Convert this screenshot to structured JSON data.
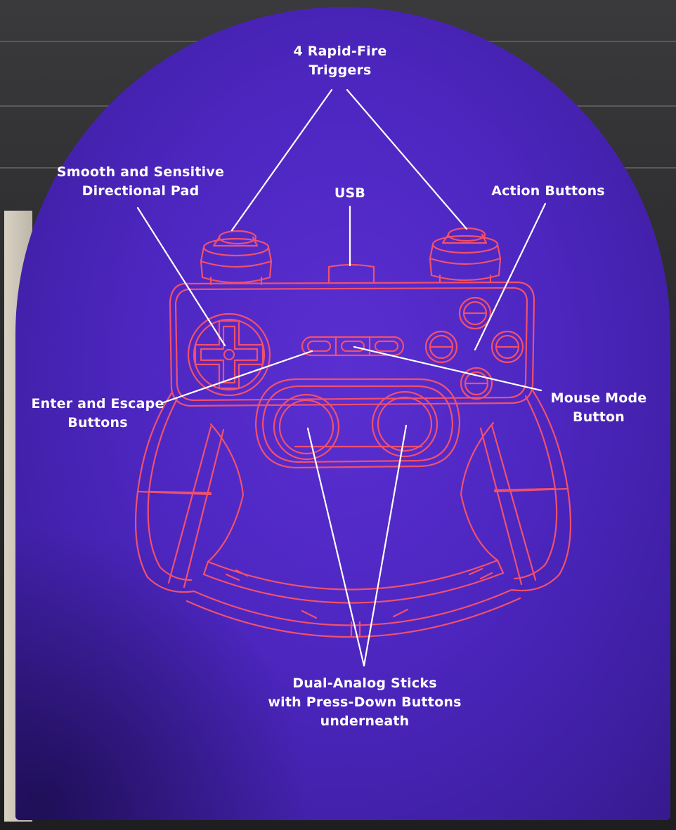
{
  "labels": {
    "triggers": [
      "4 Rapid-Fire",
      "Triggers"
    ],
    "dpad": [
      "Smooth and Sensitive",
      "Directional Pad"
    ],
    "usb": [
      "USB"
    ],
    "action": [
      "Action Buttons"
    ],
    "enter_escape": [
      "Enter and Escape",
      "Buttons"
    ],
    "mouse_mode": [
      "Mouse Mode",
      "Button"
    ],
    "sticks": [
      "Dual-Analog Sticks",
      "with Press-Down Buttons",
      "underneath"
    ]
  },
  "colors": {
    "panel": "#4d26c0",
    "outline": "#f0506e",
    "callout": "#ffffff",
    "text": "#ffffff"
  }
}
